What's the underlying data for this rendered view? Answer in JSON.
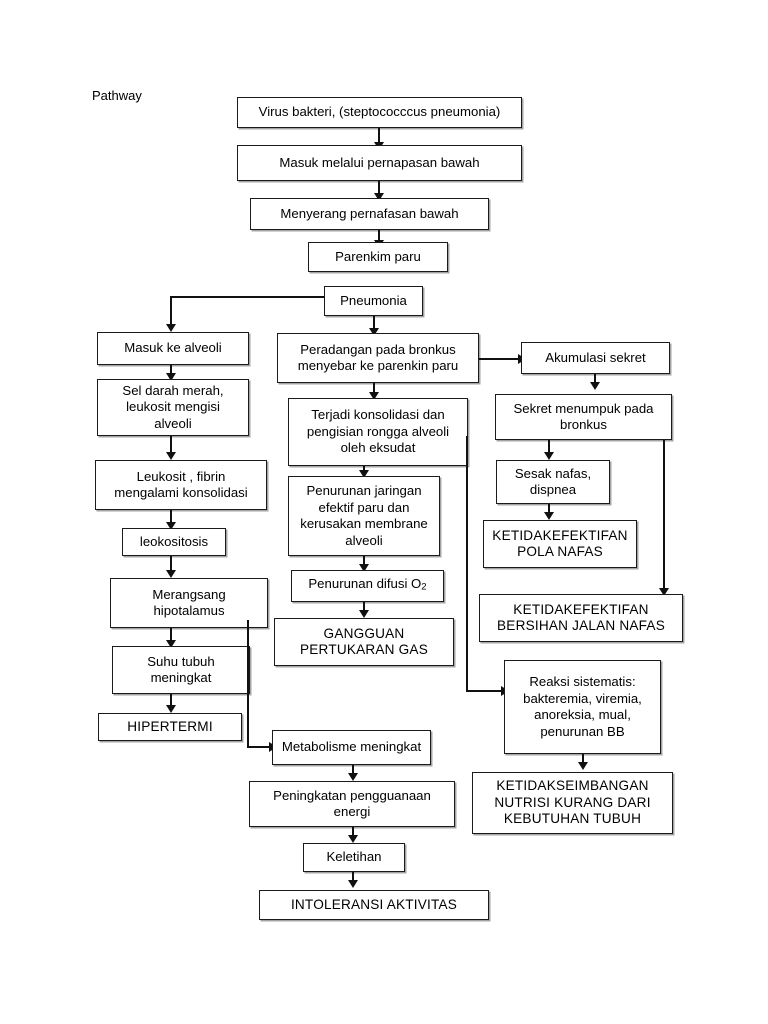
{
  "document": {
    "title": "Pathway",
    "language": "id",
    "type": "clinical-pathophysiology-flowchart"
  },
  "nodes": {
    "virus_bakteri": "Virus bakteri, (steptococccus pneumonia)",
    "masuk_pernapasan": "Masuk melalui pernapasan bawah",
    "menyerang_pernafasan": "Menyerang pernafasan bawah",
    "parenkim_paru": "Parenkim paru",
    "pneumonia": "Pneumonia",
    "masuk_alveoli": "Masuk ke alveoli",
    "sel_darah_merah": "Sel darah merah,\nleukosit mengisi\nalveoli",
    "leukosit_fibrin": "Leukosit , fibrin\nmengalami konsolidasi",
    "leokositosis": "leokositosis",
    "merangsang_hipotalamus": "Merangsang\nhipotalamus",
    "suhu_tubuh": "Suhu tubuh\nmeningkat",
    "hipertermi": "HIPERTERMI",
    "peradangan_bronkus": "Peradangan pada bronkus\nmenyebar ke parenkin paru",
    "terjadi_konsolidasi": "Terjadi konsolidasi dan\npengisian rongga alveoli\noleh eksudat",
    "penurunan_jaringan": "Penurunan jaringan\nefektif paru dan\nkerusakan membrane\nalveoli",
    "penurunan_difusi_pre": "Penurunan difusi O",
    "penurunan_difusi_sub": "2",
    "gangguan_pertukaran": "GANGGUAN\nPERTUKARAN GAS",
    "akumulasi_sekret": "Akumulasi sekret",
    "sekret_menumpuk": "Sekret menumpuk pada\nbronkus",
    "sesak_nafas": "Sesak nafas,\ndispnea",
    "ketidakefektifan_pola": "KETIDAKEFEKTIFAN\nPOLA NAFAS",
    "ketidakefektifan_bersihan": "KETIDAKEFEKTIFAN\nBERSIHAN JALAN NAFAS",
    "reaksi_sistematis": "Reaksi sistematis:\nbakteremia, viremia,\nanoreksia, mual,\npenurunan BB",
    "ketidakseimbangan_nutrisi": "KETIDAKSEIMBANGAN\nNUTRISI KURANG DARI\nKEBUTUHAN TUBUH",
    "metabolisme_meningkat": "Metabolisme meningkat",
    "peningkatan_penggunaan": "Peningkatan pengguanaan\nenergi",
    "keletihan": "Keletihan",
    "intoleransi_aktivitas": "INTOLERANSI AKTIVITAS"
  },
  "colors": {
    "stroke": "#1b1b1b",
    "background": "#ffffff",
    "text": "#000000",
    "shadow": "#5a5a5a"
  },
  "chart_data": {
    "type": "diagram",
    "diagram_kind": "flowchart",
    "title": "Pathway",
    "orientation": "top-down",
    "node_count": 29,
    "edges": [
      {
        "from": "virus_bakteri",
        "to": "masuk_pernapasan",
        "style": "arrow-down"
      },
      {
        "from": "masuk_pernapasan",
        "to": "menyerang_pernafasan",
        "style": "arrow-down"
      },
      {
        "from": "menyerang_pernafasan",
        "to": "parenkim_paru",
        "style": "arrow-down"
      },
      {
        "from": "parenkim_paru",
        "to": "pneumonia",
        "style": "implied-no-arrow"
      },
      {
        "from": "pneumonia",
        "to": "masuk_alveoli",
        "style": "elbow-left-down"
      },
      {
        "from": "pneumonia",
        "to": "peradangan_bronkus",
        "style": "arrow-down"
      },
      {
        "from": "masuk_alveoli",
        "to": "sel_darah_merah",
        "style": "arrow-down"
      },
      {
        "from": "sel_darah_merah",
        "to": "leukosit_fibrin",
        "style": "arrow-down"
      },
      {
        "from": "leukosit_fibrin",
        "to": "leokositosis",
        "style": "arrow-down"
      },
      {
        "from": "leokositosis",
        "to": "merangsang_hipotalamus",
        "style": "arrow-down"
      },
      {
        "from": "merangsang_hipotalamus",
        "to": "suhu_tubuh",
        "style": "arrow-down"
      },
      {
        "from": "suhu_tubuh",
        "to": "hipertermi",
        "style": "arrow-down"
      },
      {
        "from": "merangsang_hipotalamus",
        "to": "metabolisme_meningkat",
        "style": "elbow-down-right"
      },
      {
        "from": "peradangan_bronkus",
        "to": "terjadi_konsolidasi",
        "style": "arrow-down"
      },
      {
        "from": "peradangan_bronkus",
        "to": "akumulasi_sekret",
        "style": "arrow-right"
      },
      {
        "from": "terjadi_konsolidasi",
        "to": "penurunan_jaringan",
        "style": "arrow-down"
      },
      {
        "from": "terjadi_konsolidasi",
        "to": "reaksi_sistematis",
        "style": "elbow-down-right"
      },
      {
        "from": "penurunan_jaringan",
        "to": "penurunan_difusi",
        "style": "arrow-down"
      },
      {
        "from": "penurunan_difusi",
        "to": "gangguan_pertukaran",
        "style": "arrow-down"
      },
      {
        "from": "akumulasi_sekret",
        "to": "sekret_menumpuk",
        "style": "arrow-down"
      },
      {
        "from": "sekret_menumpuk",
        "to": "sesak_nafas",
        "style": "arrow-down"
      },
      {
        "from": "sekret_menumpuk",
        "to": "ketidakefektifan_bersihan",
        "style": "elbow-down-right"
      },
      {
        "from": "sesak_nafas",
        "to": "ketidakefektifan_pola",
        "style": "arrow-down"
      },
      {
        "from": "reaksi_sistematis",
        "to": "ketidakseimbangan_nutrisi",
        "style": "arrow-down"
      },
      {
        "from": "metabolisme_meningkat",
        "to": "peningkatan_penggunaan",
        "style": "arrow-down"
      },
      {
        "from": "peningkatan_penggunaan",
        "to": "keletihan",
        "style": "arrow-down"
      },
      {
        "from": "keletihan",
        "to": "intoleransi_aktivitas",
        "style": "arrow-down"
      }
    ],
    "outcome_nodes": [
      "HIPERTERMI",
      "GANGGUAN PERTUKARAN GAS",
      "KETIDAKEFEKTIFAN POLA NAFAS",
      "KETIDAKEFEKTIFAN BERSIHAN JALAN NAFAS",
      "KETIDAKSEIMBANGAN NUTRISI KURANG DARI KEBUTUHAN TUBUH",
      "INTOLERANSI AKTIVITAS"
    ]
  }
}
